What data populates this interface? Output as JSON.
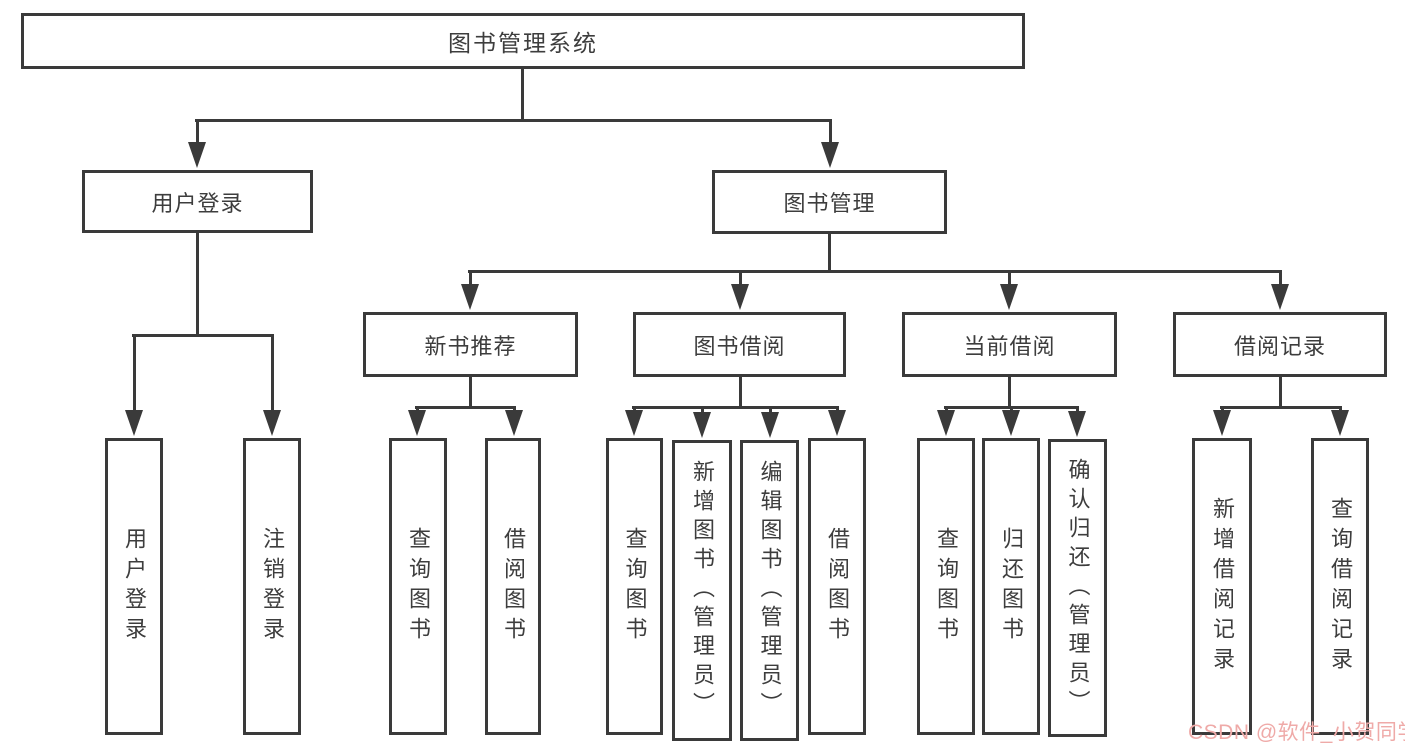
{
  "colors": {
    "line": "#3a3a3a",
    "text": "#3d3d3d",
    "background": "#ffffff"
  },
  "nodes": {
    "title": "图书管理系统",
    "login": "用户登录",
    "manage": "图书管理",
    "recommend": "新书推荐",
    "borrow": "图书借阅",
    "current": "当前借阅",
    "record": "借阅记录",
    "login_user": "用户登录",
    "login_logout": "注销登录",
    "rec_query_book": "查询图书",
    "rec_borrow_book": "借阅图书",
    "bor_query_book": "查询图书",
    "bor_add_book": "新增图书（管理员）",
    "bor_edit_book": "编辑图书（管理员）",
    "bor_borrow_book": "借阅图书",
    "cur_query_book": "查询图书",
    "cur_return_book": "归还图书",
    "cur_confirm_return": "确认归还（管理员）",
    "hist_add_record": "新增借阅记录",
    "hist_query_record": "查询借阅记录"
  },
  "watermark": {
    "text": "CSDN @软件_小贺同学",
    "color": "#efaaa8"
  }
}
